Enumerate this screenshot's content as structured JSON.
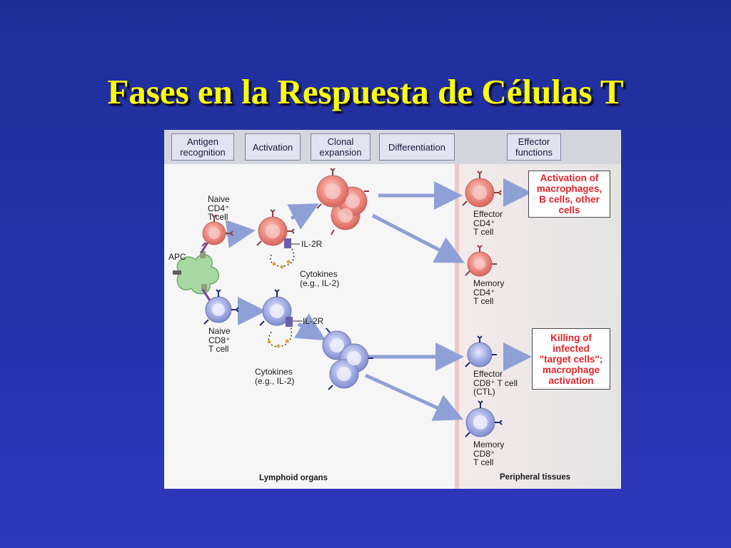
{
  "slide": {
    "title": "Fases en la Respuesta de Células T"
  },
  "stages": [
    "Antigen\nrecognition",
    "Activation",
    "Clonal\nexpansion",
    "Differentiation",
    "Effector\nfunctions"
  ],
  "labels": {
    "naive_cd4": "Naive\nCD4⁺\nT cell",
    "apc": "APC",
    "naive_cd8": "Naive\nCD8⁺\nT cell",
    "il2r_top": "IL-2R",
    "il2r_bottom": "IL-2R",
    "cytokines_top": "Cytokines\n(e.g., IL-2)",
    "cytokines_bottom": "Cytokines\n(e.g., IL-2)",
    "effector_cd4": "Effector\nCD4⁺\nT cell",
    "memory_cd4": "Memory\nCD4⁺\nT cell",
    "effector_cd8": "Effector\nCD8⁺ T cell\n(CTL)",
    "memory_cd8": "Memory\nCD8⁺\nT cell",
    "lymphoid_organs": "Lymphoid organs",
    "peripheral_tissues": "Peripheral tissues"
  },
  "effector_functions": {
    "cd4": "Activation of\nmacrophages,\nB cells, other\ncells",
    "cd8": "Killing of\ninfected\n\"target cells\";\nmacrophage\nactivation"
  },
  "colors": {
    "cd4_cell": "#ef8f86",
    "cd8_cell": "#a9b3e6",
    "apc": "#a9d9a3",
    "function_text": "#e0252e",
    "title": "#ffff00"
  }
}
